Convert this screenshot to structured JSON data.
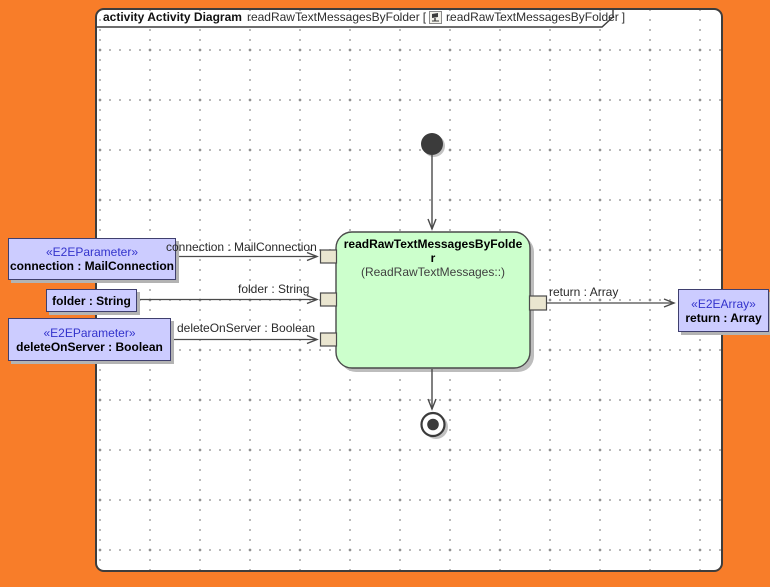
{
  "colors": {
    "backdrop_orange": "#F87D29",
    "canvas_white": "#FFFFFF",
    "node_green": "#CCFFCC",
    "box_lavender": "#CCCCFF",
    "stereotype_blue": "#3333CC",
    "pin_beige": "#EAE6D0",
    "line_gray": "#4A4A4A"
  },
  "header": {
    "type_label": "activity Activity Diagram",
    "diagram_name": "readRawTextMessagesByFolder",
    "bracket_open": "[",
    "context_name": "readRawTextMessagesByFolder",
    "bracket_close": "]"
  },
  "activity": {
    "name": "readRawTextMessagesByFolder",
    "qualifier": "(ReadRawTextMessages::)"
  },
  "parameters": [
    {
      "stereotype": "«E2EParameter»",
      "name": "connection : MailConnection"
    },
    {
      "stereotype": "",
      "name": "folder : String"
    },
    {
      "stereotype": "«E2EParameter»",
      "name": "deleteOnServer : Boolean"
    }
  ],
  "result": {
    "stereotype": "«E2EArray»",
    "name": "return : Array"
  },
  "flow_labels": {
    "connection": "connection : MailConnection",
    "folder": "folder : String",
    "deleteOnServer": "deleteOnServer : Boolean",
    "return_flow": "return : Array"
  }
}
